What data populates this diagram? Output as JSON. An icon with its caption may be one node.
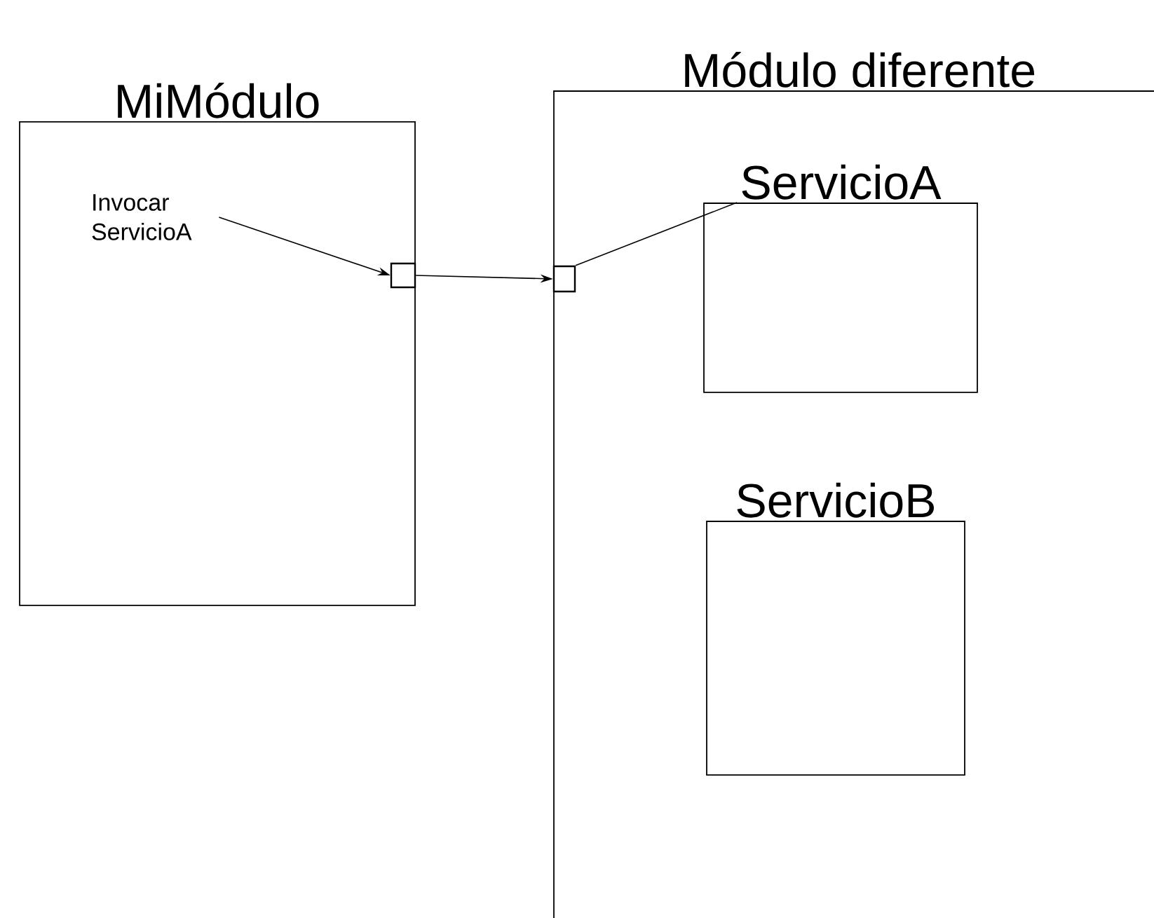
{
  "diagram": {
    "nodes": [
      {
        "text": [
          "MiMódulo"
        ]
      },
      {
        "text": [
          "Invocar ServicioA"
        ],
        "in": 0
      },
      {
        "text": [],
        "shape": "box",
        "in": 0
      },
      {
        "text": [
          "Módulo diferente"
        ]
      },
      {
        "text": [],
        "shape": "box",
        "in": 3
      },
      {
        "text": [
          "ServicioA"
        ],
        "in": 3
      },
      {
        "text": [
          "ServicioB"
        ],
        "in": 3
      }
    ],
    "edges": [
      {
        "from": 1,
        "to": 2,
        "arrow": "to"
      },
      {
        "from": 2,
        "to": 4,
        "arrow": "to"
      },
      {
        "from": 4,
        "to": 5,
        "arrow": "none"
      }
    ]
  }
}
